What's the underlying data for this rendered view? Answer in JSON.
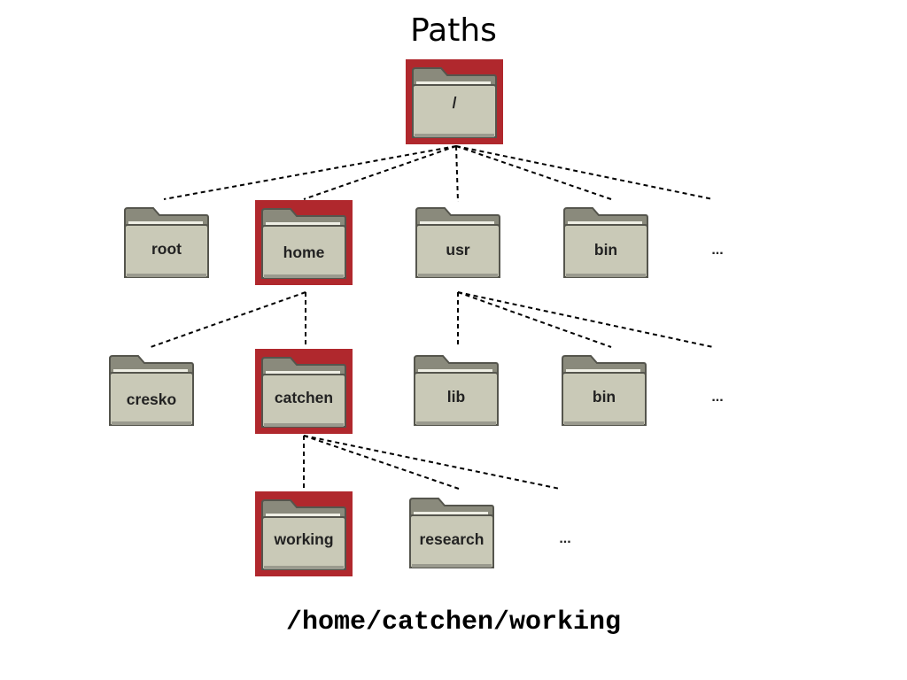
{
  "title": "Paths",
  "path_text": "/home/catchen/working",
  "colors": {
    "highlight": "#b0282d",
    "folder_front": "#c9c9b7",
    "folder_back": "#8a8a7c",
    "folder_outline": "#55554d",
    "connector": "#000000"
  },
  "icons": {
    "folder": "folder-icon"
  },
  "tree": {
    "root": {
      "label": "/",
      "selected": true
    },
    "level1": {
      "items": [
        {
          "label": "root",
          "selected": false
        },
        {
          "label": "home",
          "selected": true
        },
        {
          "label": "usr",
          "selected": false
        },
        {
          "label": "bin",
          "selected": false
        }
      ],
      "more": "..."
    },
    "level2": {
      "items": [
        {
          "label": "cresko",
          "selected": false
        },
        {
          "label": "catchen",
          "selected": true
        },
        {
          "label": "lib",
          "selected": false
        },
        {
          "label": "bin",
          "selected": false
        }
      ],
      "more": "..."
    },
    "level3": {
      "items": [
        {
          "label": "working",
          "selected": true
        },
        {
          "label": "research",
          "selected": false
        }
      ],
      "more": "..."
    }
  }
}
